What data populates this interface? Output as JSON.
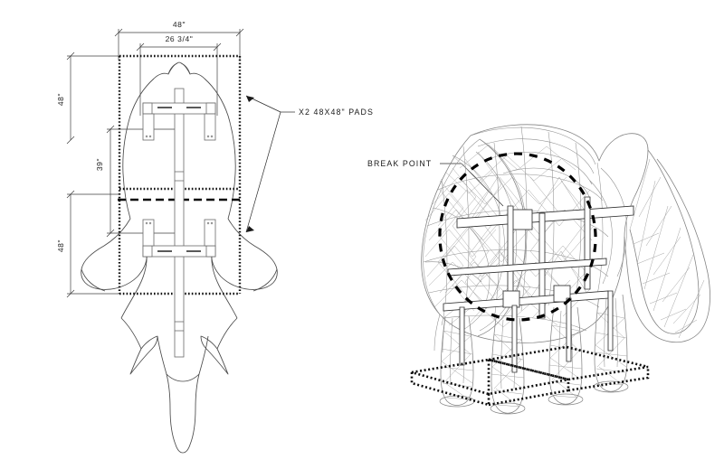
{
  "drawing": {
    "title": "Elephant Sculpture Fabrication Drawing",
    "background_color": "#ffffff",
    "line_color": "#1a1a1a",
    "mesh_color": "#8a8a8a",
    "steel_color": "#3a3a3a"
  },
  "plan_view": {
    "name": "top-plan-view",
    "dimensions": {
      "overall_width": "48\"",
      "inner_width": "26 3/4\"",
      "upper_height": "48\"",
      "middle_height": "39\"",
      "lower_height": "48\""
    }
  },
  "annotations": {
    "pads_note": "X2 48X48\" PADS",
    "break_point_note": "BREAK POINT"
  },
  "iso_view": {
    "name": "isometric-wireframe-view",
    "subject": "elephant",
    "pad_count": 2,
    "leg_count": 4
  }
}
